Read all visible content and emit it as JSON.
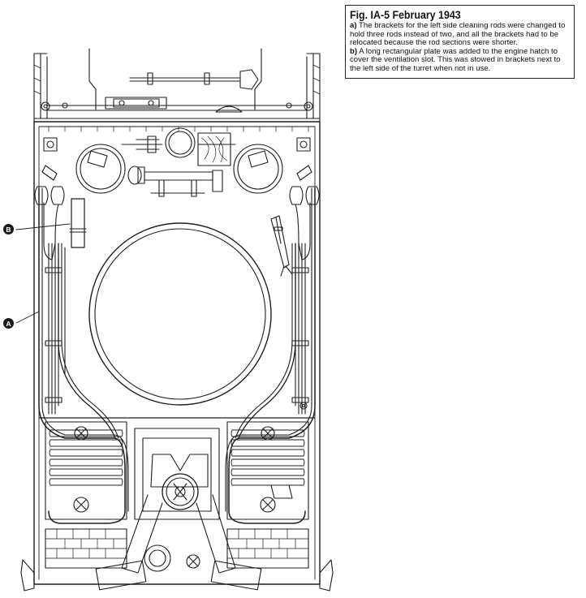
{
  "caption": {
    "title": "Fig. IA-5 February 1943",
    "notes": [
      {
        "marker": "a)",
        "text": "The brackets for the left side cleaning rods were changed to hold three rods instead of two, and all the brackets had to be relocated because the rod sections were shorter."
      },
      {
        "marker": "b)",
        "text": "A long rectangular plate was added to the engine hatch to cover the ventilation slot. This was stowed in brackets next to the left side of the turret when not in use."
      }
    ]
  },
  "callouts": [
    {
      "label": "A"
    },
    {
      "label": "B"
    }
  ]
}
